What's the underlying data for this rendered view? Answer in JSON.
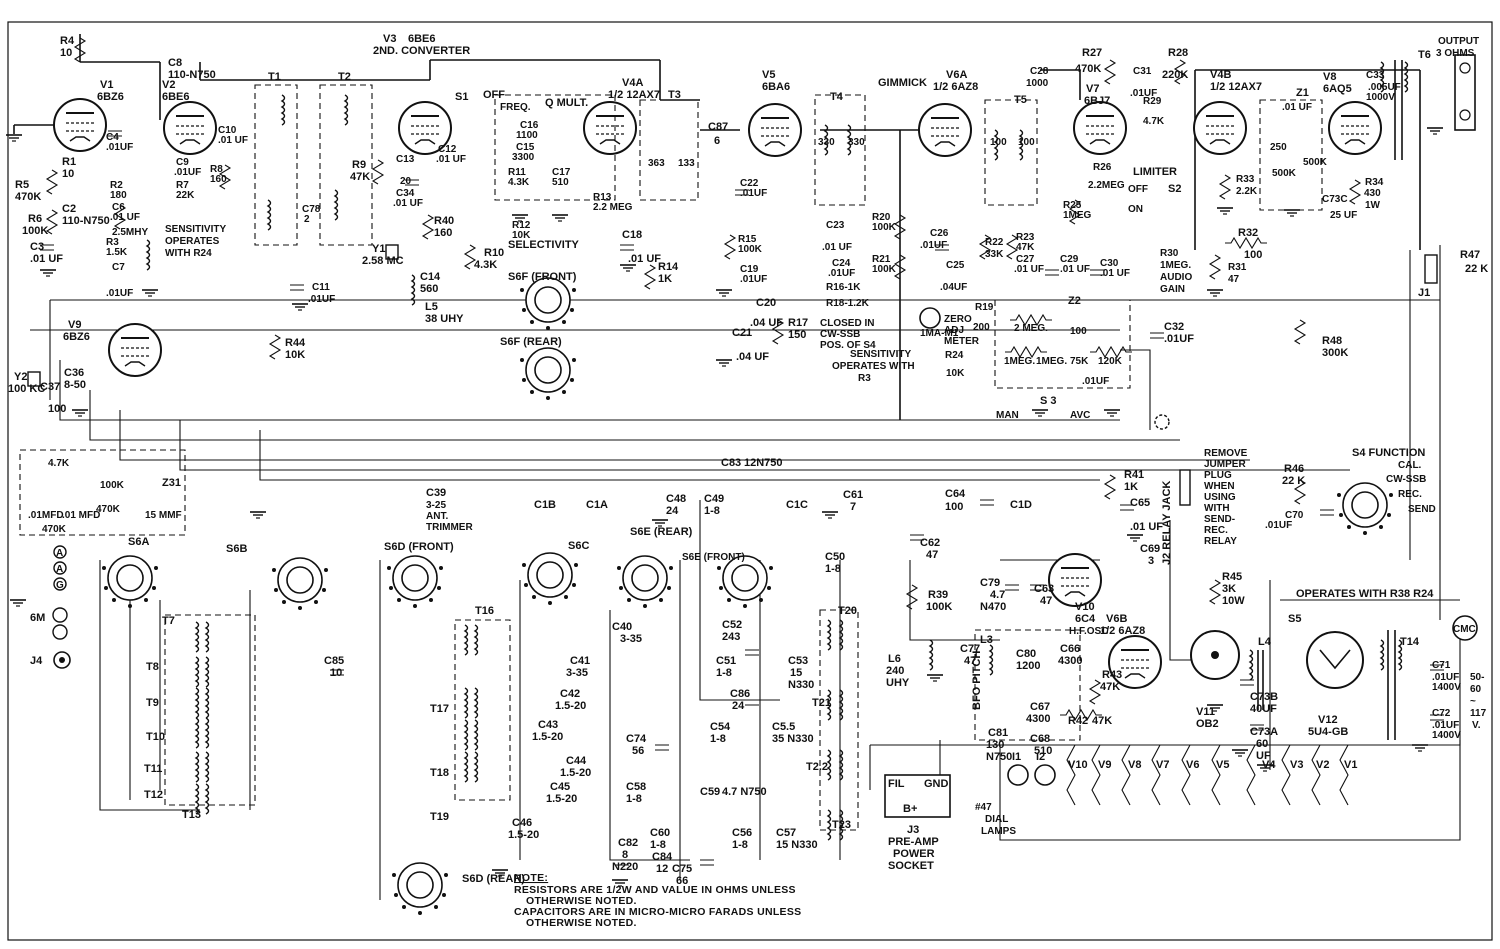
{
  "tubes": [
    {
      "ref": "V1",
      "type": "6BZ6"
    },
    {
      "ref": "V2",
      "type": "6BE6"
    },
    {
      "ref": "V3",
      "type": "6BE6",
      "role": "2ND. CONVERTER"
    },
    {
      "ref": "V4A",
      "type": "1/2 12AX7"
    },
    {
      "ref": "V5",
      "type": "6BA6"
    },
    {
      "ref": "V6A",
      "type": "1/2 6AZ8"
    },
    {
      "ref": "V7",
      "type": "6BJ7"
    },
    {
      "ref": "V4B",
      "type": "1/2 12AX7"
    },
    {
      "ref": "V8",
      "type": "6AQ5"
    },
    {
      "ref": "V9",
      "type": "6BZ6"
    },
    {
      "ref": "V10",
      "type": "6C4",
      "role": "H.F.OSC"
    },
    {
      "ref": "V6B",
      "type": "1/2 6AZ8"
    },
    {
      "ref": "V11",
      "type": "OB2"
    },
    {
      "ref": "V12",
      "type": "5U4-GB"
    }
  ],
  "labels": {
    "r4": "R4",
    "r4v": "10",
    "c8": "C8",
    "c8v": "110-N750",
    "t1": "T1",
    "t2": "T2",
    "c4": "C4",
    "c4v": ".01UF",
    "r1": "R1",
    "r1v": "10",
    "r5": "R5",
    "r5v": "470K",
    "r2": "R2",
    "r2v": "180",
    "c9": "C9",
    "c9v": ".01UF",
    "r7": "R7",
    "r7v": "22K",
    "r8": "R8",
    "r8v": "160",
    "c10": "C10",
    "c10v": ".01 UF",
    "c6": "C6",
    "c6v": ".01 UF",
    "r6": "R6",
    "r6v": "100K",
    "c2": "C2",
    "c2v": "110-N750",
    "r3": "R3",
    "r3v": "1.5K",
    "c3": "C3",
    "c3v": ".01 UF",
    "c7": "C7",
    "c7v": ".01UF",
    "l2mhy": "2.5MHY",
    "sens_r24": "SENSITIVITY OPERATES WITH R24",
    "c11": "C11",
    "c11v": ".01UF",
    "c78": "C78",
    "c78v": "2",
    "r9": "R9",
    "r9v": "47K",
    "c13": "C13",
    "c13v": "20",
    "c34": "C34",
    "c34v": ".01 UF",
    "c12": "C12",
    "c12v": ".01 UF",
    "r40": "R40",
    "r40v": "160",
    "y1": "Y1",
    "y1v": "2.58 MC",
    "c14": "C14",
    "c14v": "560",
    "l5": "L5",
    "l5v": "38 UHY",
    "r44": "R44",
    "r44v": "10K",
    "s1": "S1",
    "s1off": "OFF",
    "qmult": "Q MULT.",
    "freq": "FREQ.",
    "c16": "C16",
    "c16v": "1100",
    "c15": "C15",
    "c15v": "3300",
    "c17": "C17",
    "c17v": "510",
    "r11": "R11",
    "r11v": "4.3K",
    "r12": "R12",
    "r12v": "10K",
    "r13": "R13",
    "r13v": "2.2 MEG",
    "selectivity": "SELECTIVITY",
    "r10": "R10",
    "r10v": "4.3K",
    "t3": "T3",
    "t3a": "363",
    "t3b": "133",
    "c87": "C87",
    "c87v": "6",
    "c18": "C18",
    "c18v": ".01 UF",
    "r14": "R14",
    "r14v": "1K",
    "s6f_front": "S6F (FRONT)",
    "s6f_rear": "S6F (REAR)",
    "c22": "C22",
    "c22v": ".01UF",
    "r15": "R15",
    "r15v": "100K",
    "c19": "C19",
    "c19v": ".01UF",
    "c20": "C20",
    "c20v": ".04 UF",
    "c21": "C21",
    "c21v": ".04 UF",
    "r17": "R17",
    "r17v": "150",
    "t4": "T4",
    "t4a": "330",
    "t4b": "330",
    "c23": "C23",
    "c23v": ".01 UF",
    "c24": "C24",
    "c24v": ".01UF",
    "r16": "R16-1K",
    "r18": "R18-1.2K",
    "closed": "CLOSED IN CW-SSB POS. OF S4",
    "r20": "R20",
    "r20v": "100K",
    "r21": "R21",
    "r21v": "100K",
    "gimmick": "GIMMICK",
    "c26": "C26",
    "c26v": ".01UF",
    "c25": "C25",
    "c25v": ".04UF",
    "meter": "1MA-M1",
    "zero": "ZERO ADJ METER",
    "r19": "R19",
    "r19v": "200",
    "r24": "R24",
    "r24v": "10K",
    "sens_r3": "SENSITIVITY OPERATES WITH R3",
    "c28": "C28",
    "c28v": "1000",
    "t5": "T5",
    "t5a": "100",
    "t5b": "100",
    "r22": "R22",
    "r22v": "33K",
    "r23": "R23",
    "r23v": "47K",
    "c27": "C27",
    "c27v": ".01 UF",
    "c29": "C29",
    "c29v": ".01 UF",
    "c30": "C30",
    "c30v": ".01 UF",
    "r27": "R27",
    "r27v": "470K",
    "r28": "R28",
    "r28v": "220K",
    "c31": "C31",
    "c31v": ".01UF",
    "r29": "R29",
    "r29v": "4.7K",
    "r26": "R26",
    "r26v": "2.2MEG",
    "r25": "R25",
    "r25v": "1MEG",
    "limiter": "LIMITER",
    "s2": "S2",
    "s2off": "OFF",
    "s2on": "ON",
    "z2": "Z2",
    "z2a": "2 MEG.",
    "z2b": "100",
    "z2c": "1MEG.",
    "z2d": "1MEG.",
    "z2e": "75K",
    "z2f": "120K",
    "z2g": ".01UF",
    "s3": "S 3",
    "man": "MAN",
    "avc": "AVC",
    "c32": "C32",
    "c32v": ".01UF",
    "r33": "R33",
    "r33v": "2.2K",
    "z1": "Z1",
    "z1a": ".01 UF",
    "z1b": "250",
    "z1c": "500K",
    "z1d": "500K",
    "r30": "R30",
    "r30v": "1MEG. AUDIO GAIN",
    "r31": "R31",
    "r31v": "47",
    "r32": "R32",
    "r32v": "100",
    "output": "OUTPUT 3 OHMS",
    "t6": "T6",
    "c33": "C33",
    "c33v": ".005UF 1000V",
    "r34": "R34",
    "r34v": "430 1W",
    "c73c": "C73C",
    "c73cv": "25 UF",
    "r47": "R47",
    "r47v": "22 K",
    "j1": "J1",
    "r48": "R48",
    "r48v": "300K",
    "y2": "Y2",
    "y2v": "100 KC",
    "c36": "C36",
    "c36v": "8-50",
    "c37": "C37",
    "c37v": "100",
    "z3": "Z31",
    "z3a": "4.7K",
    "z3b": "100K",
    "z3c": "470K",
    "z3d": ".01MFD",
    "z3e": ".01 MFD",
    "z3f": "470K",
    "z3g": "15 MMF",
    "c39": "C39",
    "c39v": "3-25 ANT. TRIMMER",
    "s6a": "S6A",
    "s6b": "S6B",
    "s6d_front": "S6D (FRONT)",
    "s6c": "S6C",
    "s6e_rear": "S6E (REAR)",
    "s6e_front": "S6E (FRONT)",
    "s6d_rear": "S6D (REAR)",
    "c1b": "C1B",
    "c1a": "C1A",
    "c1c": "C1C",
    "c1d": "C1D",
    "c48": "C48",
    "c48v": "24",
    "c49": "C49",
    "c49v": "1-8",
    "c83": "C83",
    "c83v": "12N750",
    "c61": "C61",
    "c61v": "7",
    "c64": "C64",
    "c64v": "100",
    "c62": "C62",
    "c62v": "47",
    "c50": "C50",
    "c50v": "1-8",
    "c65": "C65",
    "c65v": ".01 UF",
    "r41": "R41",
    "r41v": "1K",
    "c69": "C69",
    "c69v": "3",
    "relay": "REMOVE JUMPER PLUG WHEN USING WITH SEND-REC. RELAY",
    "j2": "J2 RELAY JACK",
    "s4": "S4 FUNCTION",
    "s4cal": "CAL.",
    "s4cw": "CW-SSB",
    "s4rec": "REC.",
    "s4send": "SEND",
    "r46": "R46",
    "r46v": "22 K",
    "c70": "C70",
    "c70v": ".01UF",
    "j4": "J4",
    "m6": "6M",
    "ta": "A",
    "tb": "A",
    "tc": "G",
    "t7": "T7",
    "t8": "T8",
    "t9": "T9",
    "t10": "T10",
    "t11": "T11",
    "t12": "T12",
    "t13": "T13",
    "c85": "C85",
    "c85v": "10",
    "t16": "T16",
    "t17": "T17",
    "t18": "T18",
    "t19": "T19",
    "c40": "C40",
    "c40v": "3-35",
    "c41": "C41",
    "c41v": "3-35",
    "c42": "C42",
    "c42v": "1.5-20",
    "c43": "C43",
    "c43v": "1.5-20",
    "c44": "C44",
    "c44v": "1.5-20",
    "c45": "C45",
    "c45v": "1.5-20",
    "c46": "C46",
    "c46v": "1.5-20",
    "c52": "C52",
    "c52v": "243",
    "c51": "C51",
    "c51v": "1-8",
    "c53": "C53",
    "c53v": "15 N330",
    "c86": "C86",
    "c86v": "24",
    "c54": "C54",
    "c54v": "1-8",
    "c55": "C5.5",
    "c55v": "35 N330",
    "c74": "C74",
    "c74v": "56",
    "c58": "C58",
    "c58v": "1-8",
    "c59": "C59",
    "c59v": "4.7 N750",
    "c60": "C60",
    "c60v": "1-8",
    "c84": "C84",
    "c84v": "12",
    "c56": "C56",
    "c56v": "1-8",
    "c57": "C57",
    "c57v": "15 N330",
    "c82": "C82",
    "c82v": "8 N220",
    "c75": "C75",
    "c75v": "66",
    "t20": "T20",
    "t21": "T21",
    "t22": "T2.2",
    "t23": "T23",
    "r39": "R39",
    "r39v": "100K",
    "c79": "C79",
    "c79v": "4.7 N470",
    "c63": "C63",
    "c63v": "47",
    "l6": "L6",
    "l6v": "240 UHY",
    "c77": "C77",
    "c77v": "47",
    "l3": "L3",
    "c80": "C80",
    "c80v": "1200",
    "c66": "C66",
    "c66v": "4300",
    "bfo": "BFO PITCH",
    "c81": "C81",
    "c81v": "130 N750",
    "c67": "C67",
    "c67v": "4300",
    "c68": "C68",
    "c68v": "510",
    "r42": "R42",
    "r42v": "47K",
    "r43": "R43",
    "r43v": "47K",
    "r45": "R45",
    "r45v": "3K 10W",
    "l4": "L4",
    "c73b": "C73B",
    "c73bv": "40UF",
    "c73a": "C73A",
    "c73av": "60 UF",
    "ops": "OPERATES WITH R38 R24",
    "s5": "S5",
    "t14": "T14",
    "cmc": "CMC",
    "c71": "C71",
    "c71v": ".01UF 1400V",
    "c72": "C72",
    "c72v": ".01UF 1400V",
    "mains": "50-60 ~ 117 V.",
    "fil": "FIL",
    "gnd": "GND",
    "bplus": "B+",
    "j3": "J3",
    "j3v": "PRE-AMP POWER SOCKET",
    "i1": "I1",
    "i2": "I2",
    "lamps": "#47 DIAL LAMPS",
    "h_v10": "V10",
    "h_v9": "V9",
    "h_v8": "V8",
    "h_v7": "V7",
    "h_v6": "V6",
    "h_v5": "V5",
    "h_v4": "V4",
    "h_v3": "V3",
    "h_v2": "V2",
    "h_v1": "V1"
  },
  "note": {
    "title": "NOTE:",
    "line1": "RESISTORS ARE 1/2W AND VALUE IN OHMS UNLESS",
    "line2": "OTHERWISE NOTED.",
    "line3": "CAPACITORS ARE IN MICRO-MICRO FARADS UNLESS",
    "line4": "OTHERWISE NOTED."
  }
}
